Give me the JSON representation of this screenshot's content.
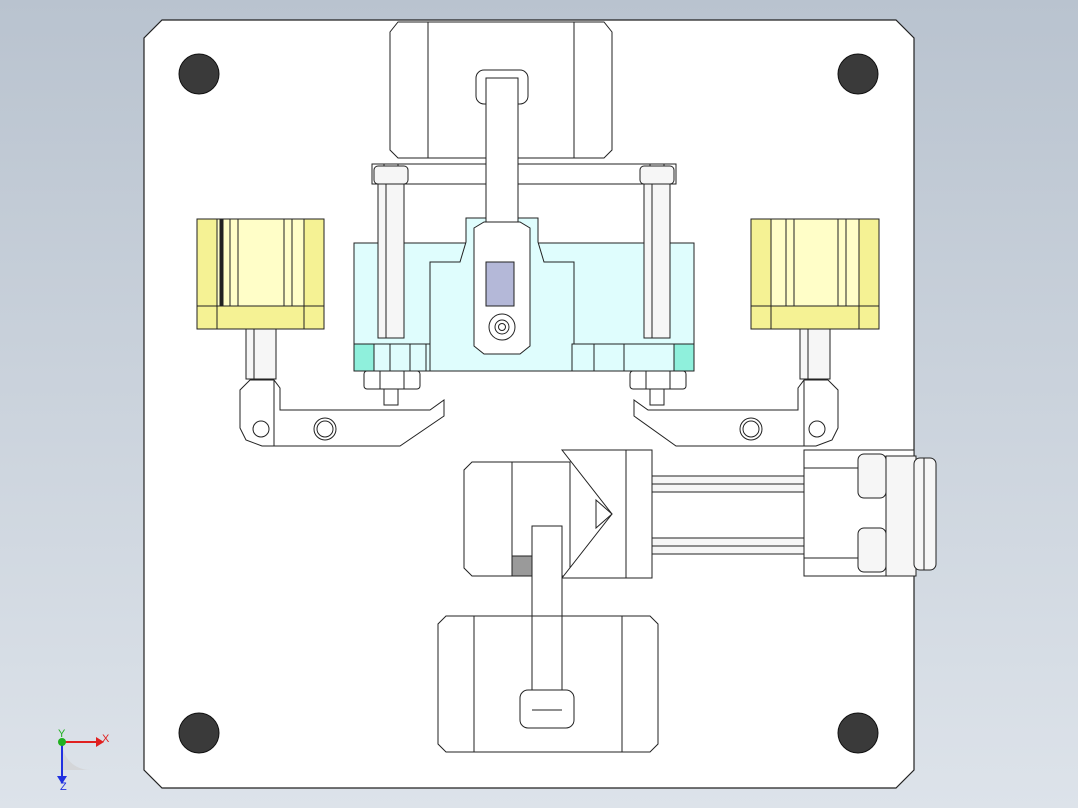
{
  "viewport": {
    "background_top": "#b9c3cf",
    "background_bottom": "#dde3ea"
  },
  "colors": {
    "plate": "#ffffff",
    "edge": "#222222",
    "hole": "#3a3a3a",
    "cyan_block": "#dffdfd",
    "cyan_dark": "#8ff0dc",
    "yellow_light": "#fffec8",
    "yellow_mid": "#f5f294",
    "yellow_dark": "#e6e070",
    "steel": "#f4f4f4",
    "slot_blue": "#b4b8d8",
    "axis_x": "#e02020",
    "axis_y": "#20b020",
    "axis_z": "#2030e0"
  },
  "triad": {
    "x_label": "X",
    "y_label": "Y",
    "z_label": "Z"
  }
}
